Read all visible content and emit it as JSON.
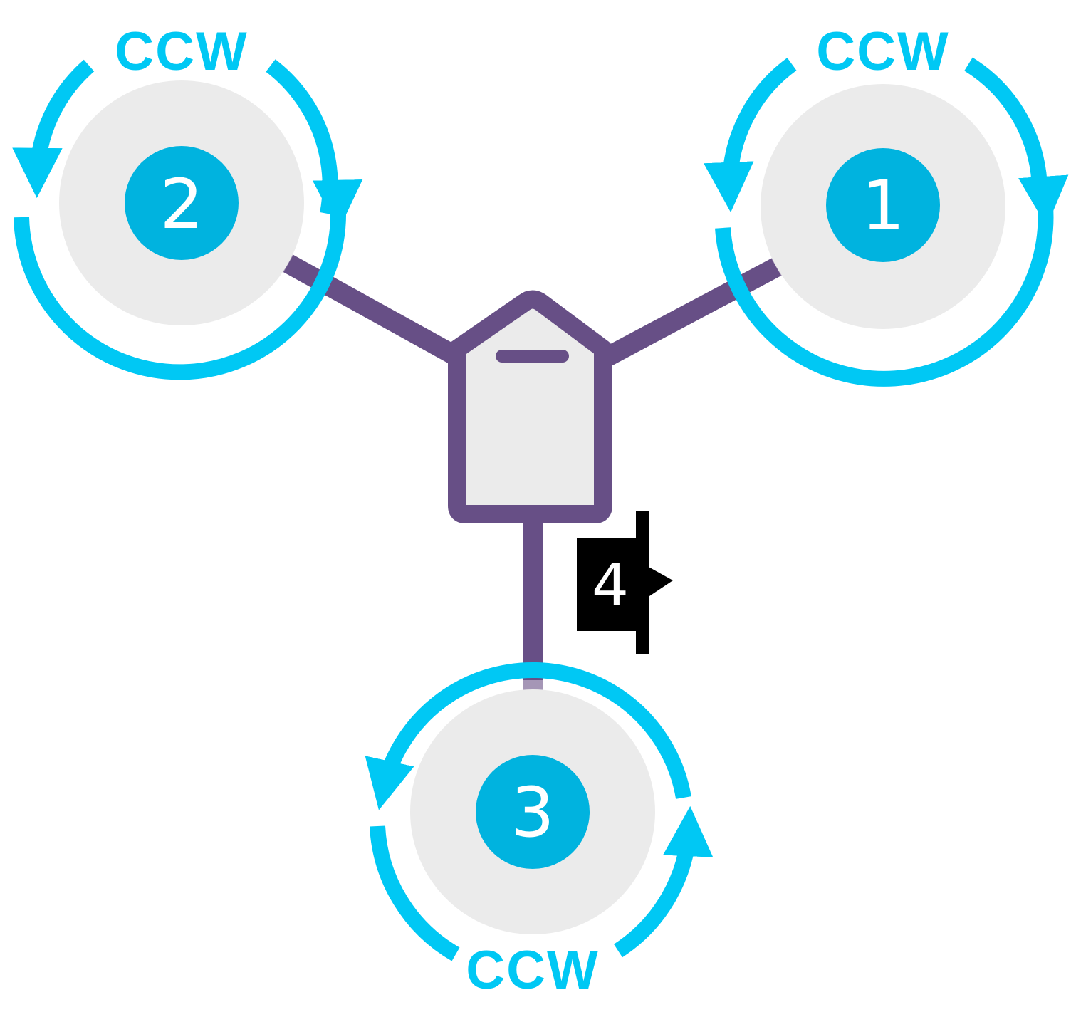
{
  "colors": {
    "frame": "#674f86",
    "arm_light": "#a596b6",
    "prop_disc": "#ebebeb",
    "rotation_arrow": "#00c8f4",
    "motor_badge": "#00b3df",
    "motor_text": "#ffffff",
    "servo_box": "#000000",
    "servo_text": "#ffffff",
    "body_fill": "#ebebeb"
  },
  "motors": [
    {
      "number": "1",
      "direction": "CCW"
    },
    {
      "number": "2",
      "direction": "CCW"
    },
    {
      "number": "3",
      "direction": "CCW"
    }
  ],
  "servo": {
    "number": "4"
  }
}
